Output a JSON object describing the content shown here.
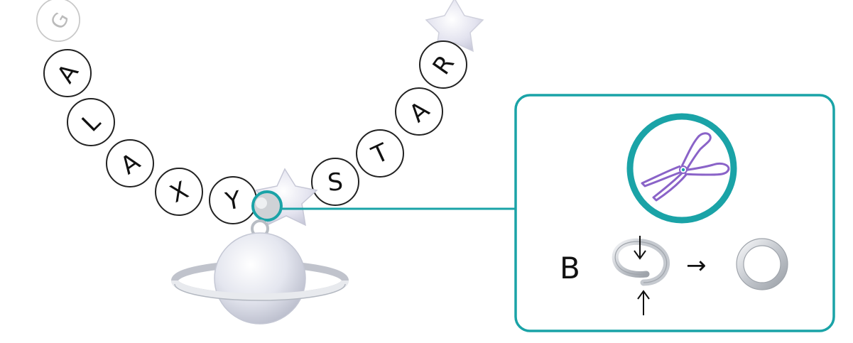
{
  "beads_left": [
    "G",
    "A",
    "L",
    "A",
    "X",
    "Y"
  ],
  "beads_right": [
    "S",
    "T",
    "A",
    "R"
  ],
  "inset": {
    "step_label": "B",
    "arrow_symbol": "→",
    "tool_icon": "pliers-icon",
    "open_ring_icon": "open-jump-ring-icon",
    "closed_ring_icon": "closed-jump-ring-icon"
  },
  "colors": {
    "accent": "#1aa3a7",
    "tool": "#8a63c8",
    "bead_stroke": "#222222",
    "ring": "#b9bec4",
    "pearl": "#d9dce8"
  }
}
